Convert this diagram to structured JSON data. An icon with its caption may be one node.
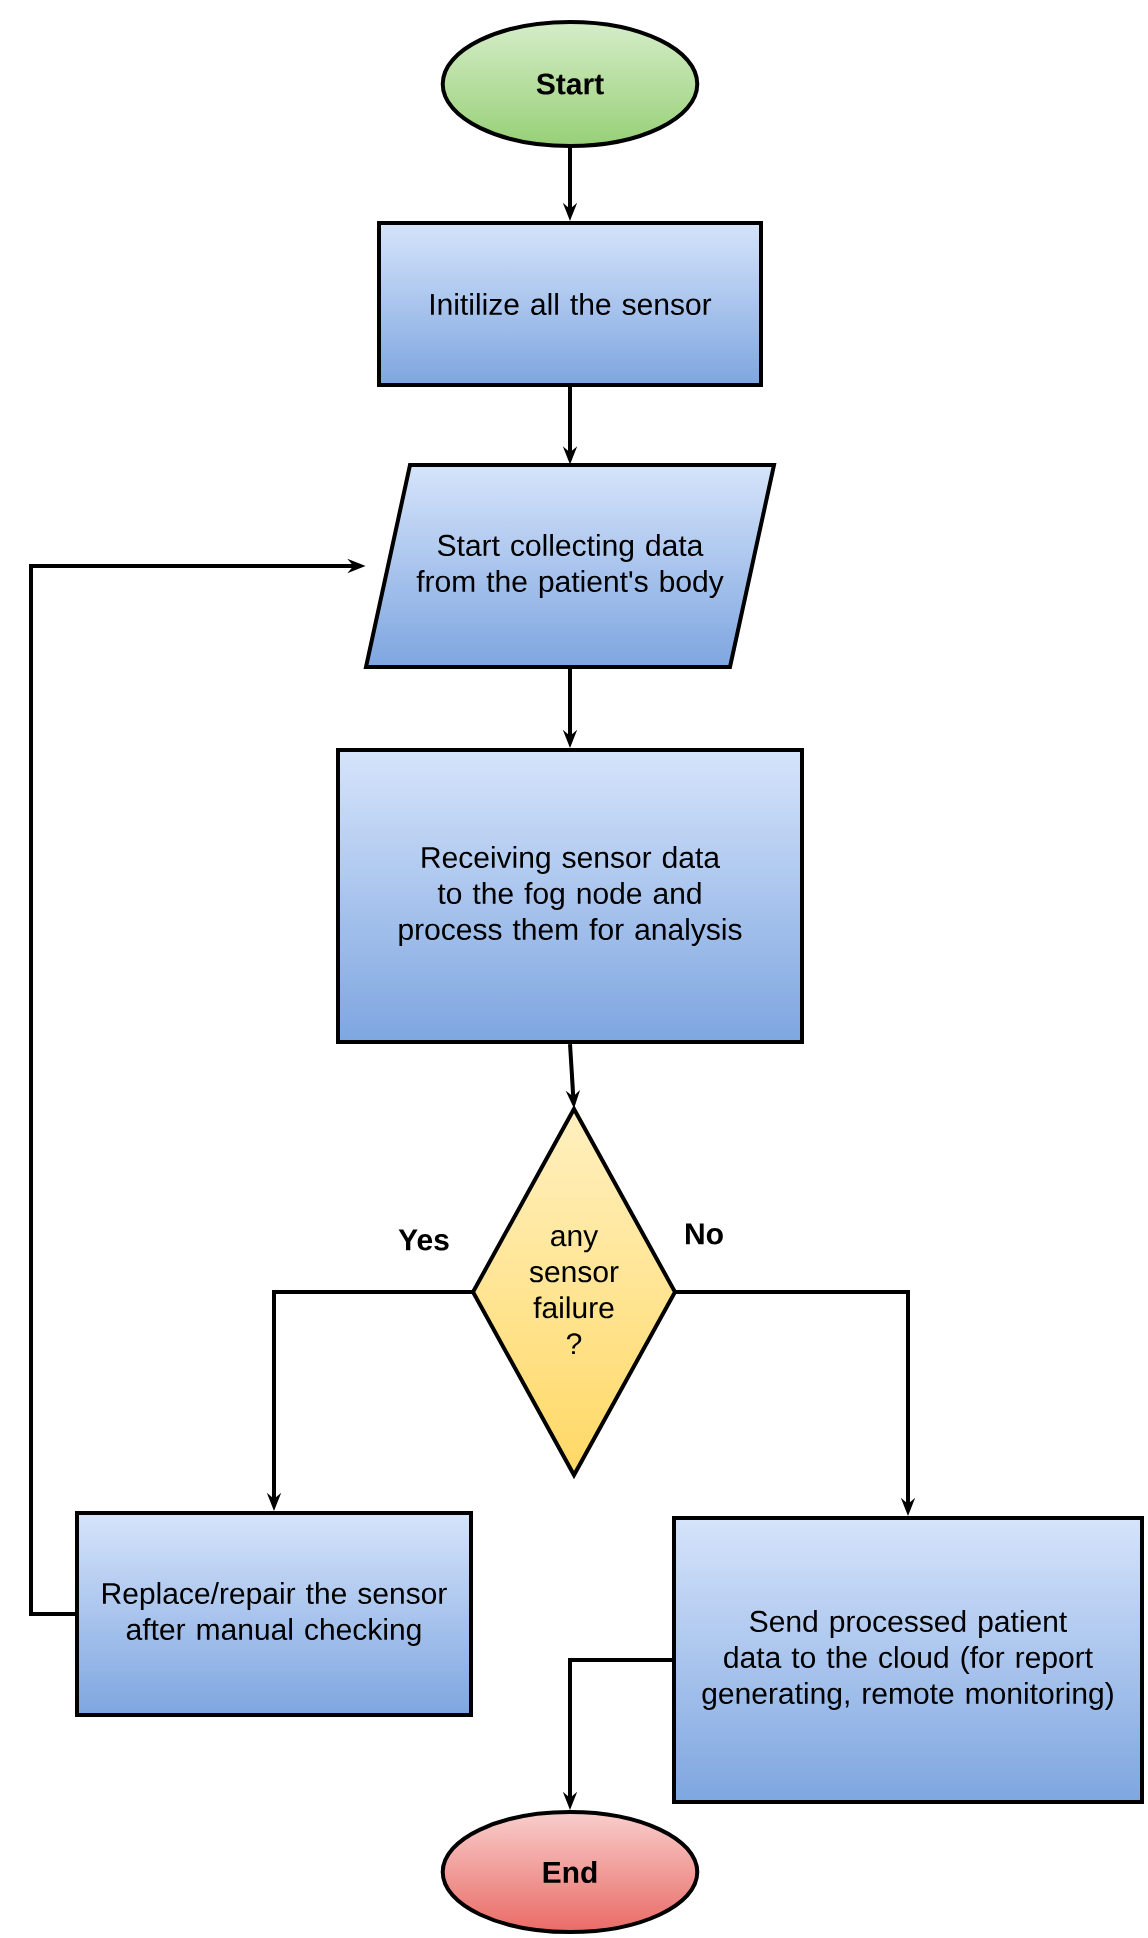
{
  "diagram": {
    "nodes": [
      {
        "text": [
          "Start"
        ]
      },
      {
        "text": [
          "Initilize all the sensor"
        ]
      },
      {
        "text": [
          "Start collecting data from the patient's body"
        ]
      },
      {
        "text": [
          "Receiving sensor data to the fog node and process them for analysis"
        ]
      },
      {
        "text": [
          "any sensor failure ?"
        ]
      },
      {
        "text": [
          "Replace/repair the sensor after manual checking"
        ]
      },
      {
        "text": [
          "Send processed patient data to the cloud (for report generating, remote monitoring)"
        ]
      },
      {
        "text": [
          "End"
        ]
      }
    ],
    "edges": [
      {
        "from": 0,
        "to": 1,
        "arrow": "to"
      },
      {
        "from": 1,
        "to": 2,
        "arrow": "to"
      },
      {
        "from": 2,
        "to": 3,
        "arrow": "to"
      },
      {
        "from": 3,
        "to": 4,
        "arrow": "to"
      },
      {
        "from": 4,
        "to": 5,
        "arrow": "to",
        "label": "Yes"
      },
      {
        "from": 4,
        "to": 6,
        "arrow": "to",
        "label": "No"
      },
      {
        "from": 5,
        "to": 2,
        "arrow": "to"
      },
      {
        "from": 6,
        "to": 7,
        "arrow": "to"
      }
    ]
  }
}
